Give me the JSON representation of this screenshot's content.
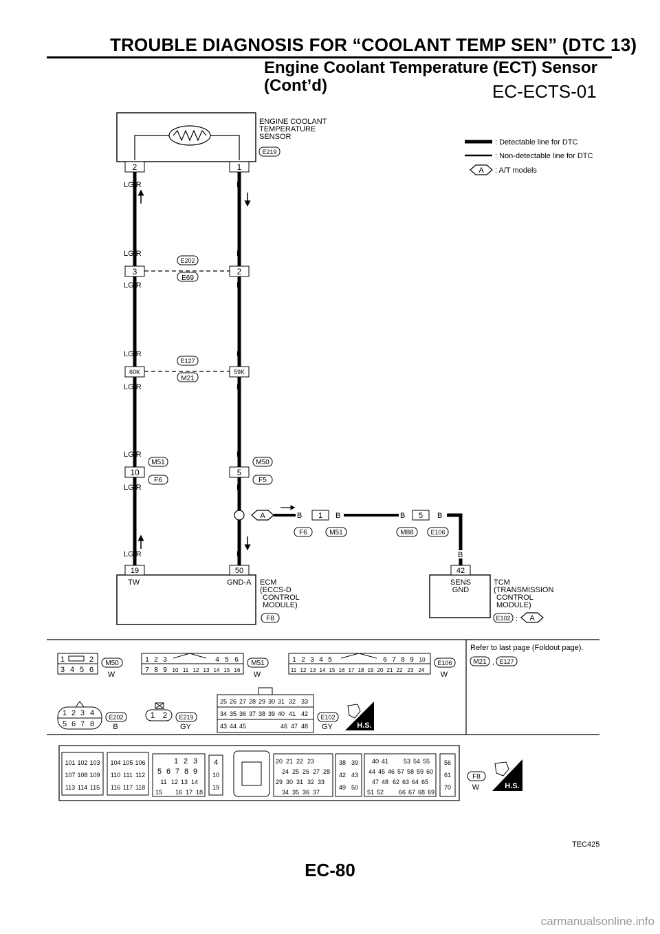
{
  "header": {
    "title": "TROUBLE DIAGNOSIS FOR “COOLANT TEMP SEN” (DTC 13)",
    "subtitle_line1": "Engine Coolant Temperature (ECT) Sensor",
    "subtitle_line2": "(Cont’d)",
    "diagram_id": "EC-ECTS-01"
  },
  "legend": {
    "detectable": ": Detectable line for DTC",
    "non_detectable": ": Non-detectable line for DTC",
    "at_symbol": "A",
    "at_models": ": A/T models"
  },
  "sensor": {
    "label_line1": "ENGINE COOLANT",
    "label_line2": "TEMPERATURE",
    "label_line3": "SENSOR",
    "connector": "E219",
    "pin_left": "2",
    "pin_right": "1"
  },
  "wires": {
    "lgr": "LG/R",
    "b": "B"
  },
  "junctions": {
    "j1_top": "E202",
    "j1_bottom": "E69",
    "j1_pin_left": "3",
    "j1_pin_right": "2",
    "j2_top": "E127",
    "j2_bottom": "M21",
    "j2_pin_left": "60K",
    "j2_pin_right": "59K",
    "j3_left_top": "M51",
    "j3_left_bottom": "F6",
    "j3_pin_left": "10",
    "j3_right_top": "M50",
    "j3_right_bottom": "F5",
    "j3_pin_right": "5"
  },
  "branch": {
    "at_tag": "A",
    "pin1": "1",
    "conn_f6": "F6",
    "conn_m51": "M51",
    "pin5": "5",
    "conn_m88": "M88",
    "conn_e106": "E106"
  },
  "ecm": {
    "pin_tw": "19",
    "pin_gnd": "50",
    "tw_label": "TW",
    "gnd_label": "GND-A",
    "label_line1": "ECM",
    "label_line2": "(ECCS-D",
    "label_line3": "CONTROL",
    "label_line4": "MODULE)",
    "connector": "F8"
  },
  "tcm": {
    "pin": "42",
    "sens": "SENS",
    "gnd": "GND",
    "label_line1": "TCM",
    "label_line2": "(TRANSMISSION",
    "label_line3": "CONTROL",
    "label_line4": "MODULE)",
    "connector": "E102",
    "colon": ":",
    "at_tag": "A"
  },
  "connectors": {
    "m50": {
      "name": "M50",
      "color": "W"
    },
    "m51": {
      "name": "M51",
      "color": "W"
    },
    "e106": {
      "name": "E106",
      "color": "W"
    },
    "e202": {
      "name": "E202",
      "color": "B"
    },
    "e219": {
      "name": "E219",
      "color": "GY"
    },
    "e102": {
      "name": "E102",
      "color": "GY"
    },
    "f8": {
      "name": "F8",
      "color": "W"
    },
    "hs_label": "H.S.",
    "refer_text": "Refer to last page (Foldout page).",
    "refer_m21": "M21",
    "refer_comma": ",",
    "refer_e127": "E127"
  },
  "footer": {
    "figure_code": "TEC425",
    "page_number": "EC-80",
    "watermark": "carmanualsonline.info"
  }
}
